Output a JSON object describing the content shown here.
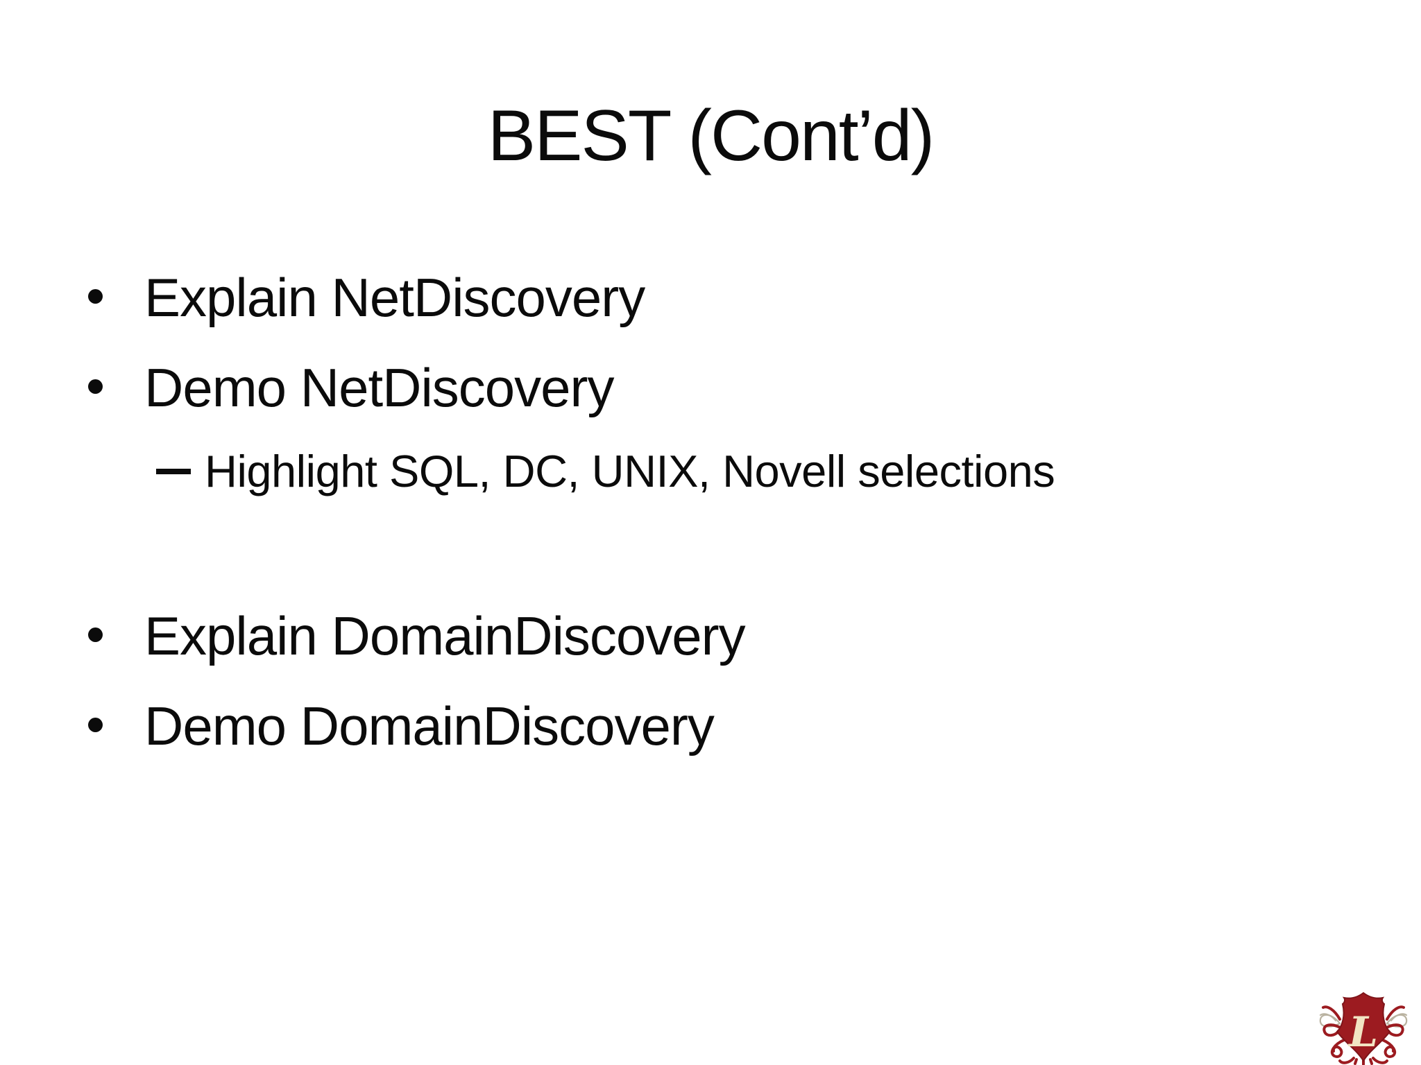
{
  "slide": {
    "title": "BEST (Cont’d)",
    "bullets": [
      {
        "level": 1,
        "text": "Explain NetDiscovery"
      },
      {
        "level": 1,
        "text": "Demo NetDiscovery"
      },
      {
        "level": 2,
        "text": "Highlight SQL, DC, UNIX, Novell selections"
      },
      {
        "level": 1,
        "text": "Explain DomainDiscovery"
      },
      {
        "level": 1,
        "text": "Demo DomainDiscovery"
      }
    ],
    "colors": {
      "background": "#ffffff",
      "text": "#0b0b0b",
      "logo_red": "#9c1b20",
      "logo_red_dark": "#7e1419",
      "logo_cream": "#f2e4c3",
      "logo_gray": "#b9b2a0"
    },
    "logo": {
      "letter": "L"
    }
  }
}
